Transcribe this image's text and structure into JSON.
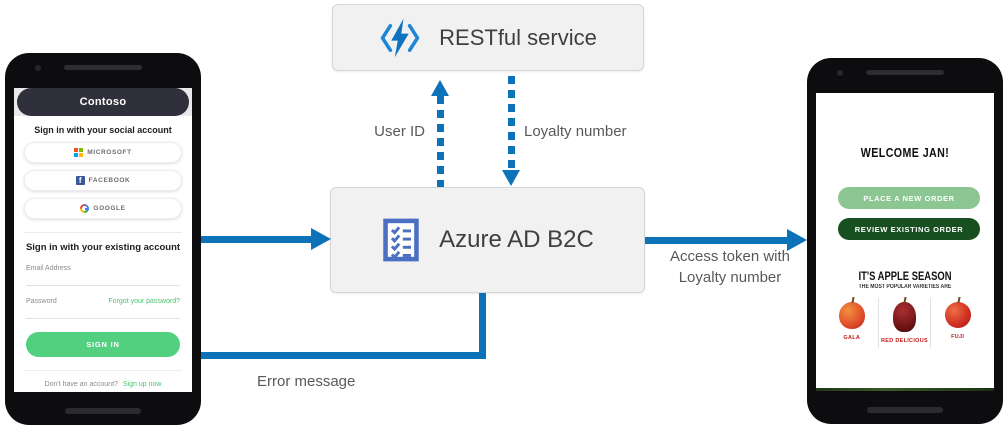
{
  "diagram": {
    "restful_service": {
      "label": "RESTful service"
    },
    "azure_ad_b2c": {
      "label": "Azure AD B2C"
    },
    "flows": {
      "user_id": "User ID",
      "loyalty_number": "Loyalty number",
      "access_token": "Access token with Loyalty number",
      "error_message": "Error message"
    },
    "colors": {
      "arrow_blue": "#0e72b9",
      "box_background": "#f1f1f1",
      "label_gray": "#595959",
      "api_icon_blue": "#1e86d4",
      "checklist_icon_blue": "#4a6fc3"
    }
  },
  "left_phone": {
    "header": "Contoso",
    "social_heading": "Sign in with your social account",
    "social_buttons": [
      {
        "label": "MICROSOFT"
      },
      {
        "label": "FACEBOOK"
      },
      {
        "label": "GOOGLE"
      }
    ],
    "existing_heading": "Sign in with your existing account",
    "email_label": "Email Address",
    "password_label": "Password",
    "forgot_link": "Forgot your password?",
    "sign_in_button": "SIGN IN",
    "signup_text": "Don't have an account?",
    "signup_link": "Sign up now"
  },
  "right_phone": {
    "welcome": "WELCOME JAN!",
    "place_order_button": "PLACE A NEW ORDER",
    "review_order_button": "REVIEW EXISTING  ORDER",
    "apple_heading": "IT'S APPLE SEASON",
    "apple_subheading": "THE MOST POPULAR VARIETIES ARE",
    "apple_varieties": [
      {
        "name": "GALA"
      },
      {
        "name": "RED DELICIOUS"
      },
      {
        "name": "FUJI"
      }
    ]
  }
}
